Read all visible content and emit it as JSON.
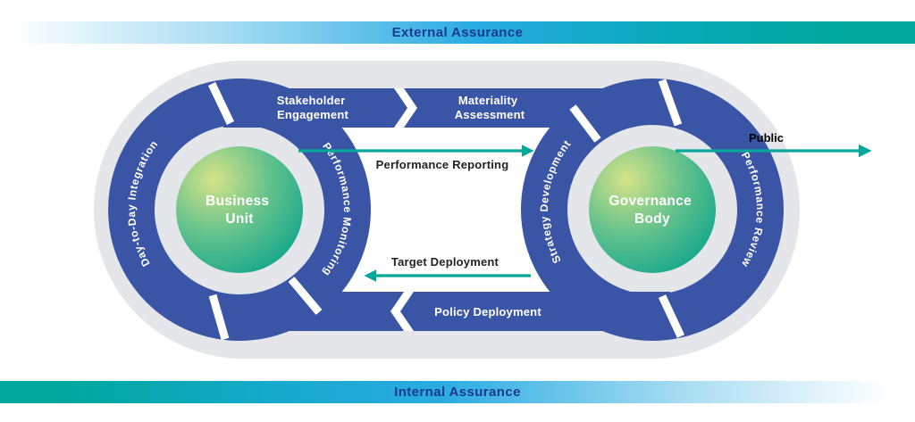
{
  "banners": {
    "external": "External Assurance",
    "internal": "Internal Assurance"
  },
  "business_cycle": {
    "center": [
      "Business",
      "Unit"
    ],
    "left_arc": "Day-to-Day Integration",
    "right_arc": "Performance Monitoring",
    "top_band": [
      "Stakeholder",
      "Engagement"
    ]
  },
  "governance_cycle": {
    "center": [
      "Governance",
      "Body"
    ],
    "left_arc": "Strategy Development",
    "right_arc": "Performance Review",
    "top_band": [
      "Materiality",
      "Assessment"
    ]
  },
  "flows": {
    "performance_reporting": "Performance Reporting",
    "target_deployment": "Target Deployment",
    "policy_deployment": "Policy Deployment",
    "public": "Public"
  },
  "colors": {
    "ring_blue": "#3b55a6",
    "teal_accent": "#00a79b",
    "cyan_accent": "#29abe2",
    "track_gray": "#e4e6ea",
    "banner_text_blue": "#1a3a8f",
    "circle_gradient_start": "#d6e388",
    "circle_gradient_end": "#00a08c"
  }
}
